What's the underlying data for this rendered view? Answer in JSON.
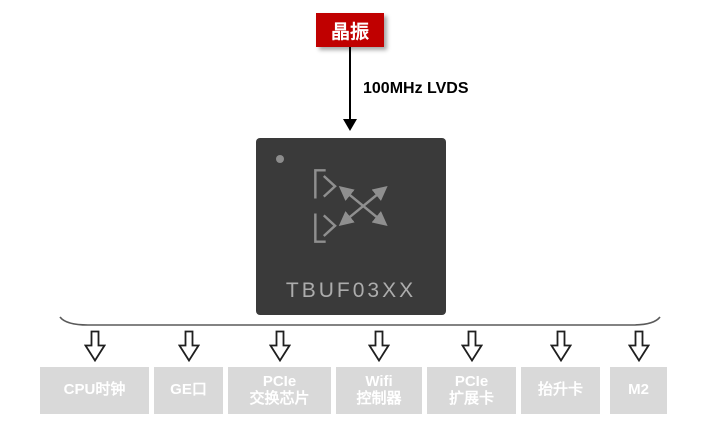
{
  "oscillator": {
    "label": "晶振",
    "bg_color": "#C00000"
  },
  "signal": {
    "label": "100MHz LVDS"
  },
  "chip": {
    "label": "TBUF03XX",
    "bg_color": "#3A3A3A",
    "text_color": "#ACACAC"
  },
  "outputs": [
    {
      "label": "CPU时钟"
    },
    {
      "label": "GE口"
    },
    {
      "label": "PCIe\n交换芯片"
    },
    {
      "label": "Wifi\n控制器"
    },
    {
      "label": "PCIe\n扩展卡"
    },
    {
      "label": "抬升卡"
    },
    {
      "label": "M2"
    }
  ],
  "output_box_color": "#D9D9D9"
}
